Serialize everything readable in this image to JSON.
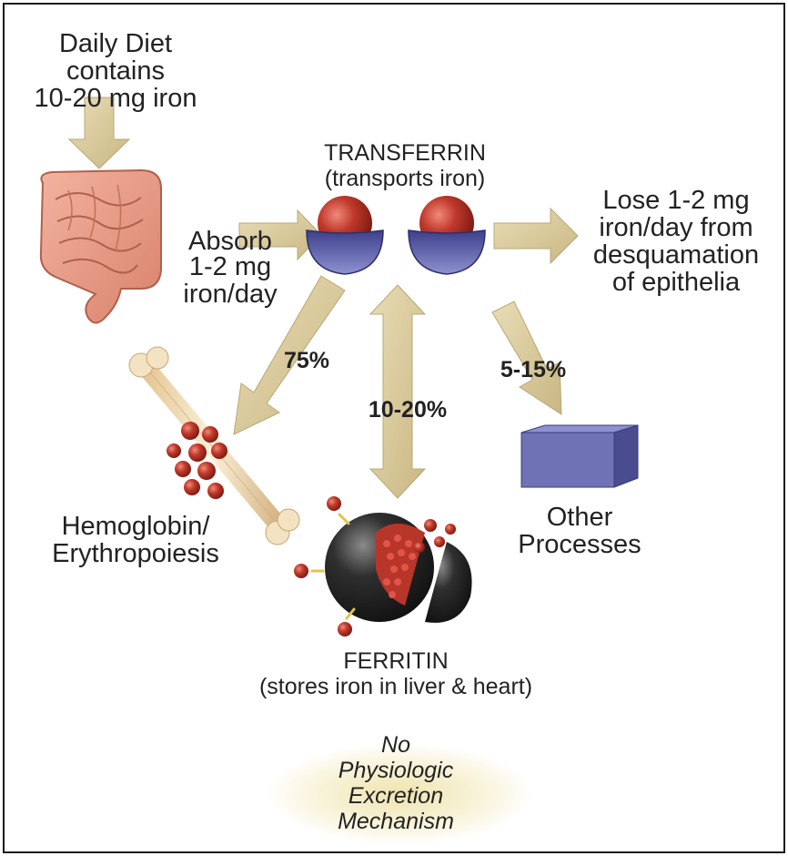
{
  "diet": {
    "line1": "Daily Diet",
    "line2": "contains",
    "line3": "10-20 mg iron"
  },
  "absorb": {
    "line1": "Absorb",
    "line2": "1-2 mg",
    "line3": "iron/day"
  },
  "transferrin": {
    "title": "TRANSFERRIN",
    "subtitle": "(transports iron)"
  },
  "loss": {
    "line1": "Lose 1-2 mg",
    "line2": "iron/day from",
    "line3": "desquamation",
    "line4": "of epithelia"
  },
  "percentages": {
    "hemoglobin": "75%",
    "ferritin": "10-20%",
    "other": "5-15%"
  },
  "hemoglobin": {
    "line1": "Hemoglobin/",
    "line2": "Erythropoiesis"
  },
  "other": {
    "line1": "Other",
    "line2": "Processes"
  },
  "ferritin": {
    "title": "FERRITIN",
    "subtitle": "(stores iron in liver & heart)"
  },
  "excretion": {
    "line1": "No",
    "line2": "Physiologic",
    "line3": "Excretion",
    "line4": "Mechanism"
  },
  "colors": {
    "arrow": "#d8c99a",
    "iron": "#c0392b",
    "bowl": "#5b5ea6",
    "box": "#6f72b4",
    "ferritin_shell": "#2c2c2c",
    "intestine": "#e9a08c",
    "bone": "#f1e1c0"
  }
}
